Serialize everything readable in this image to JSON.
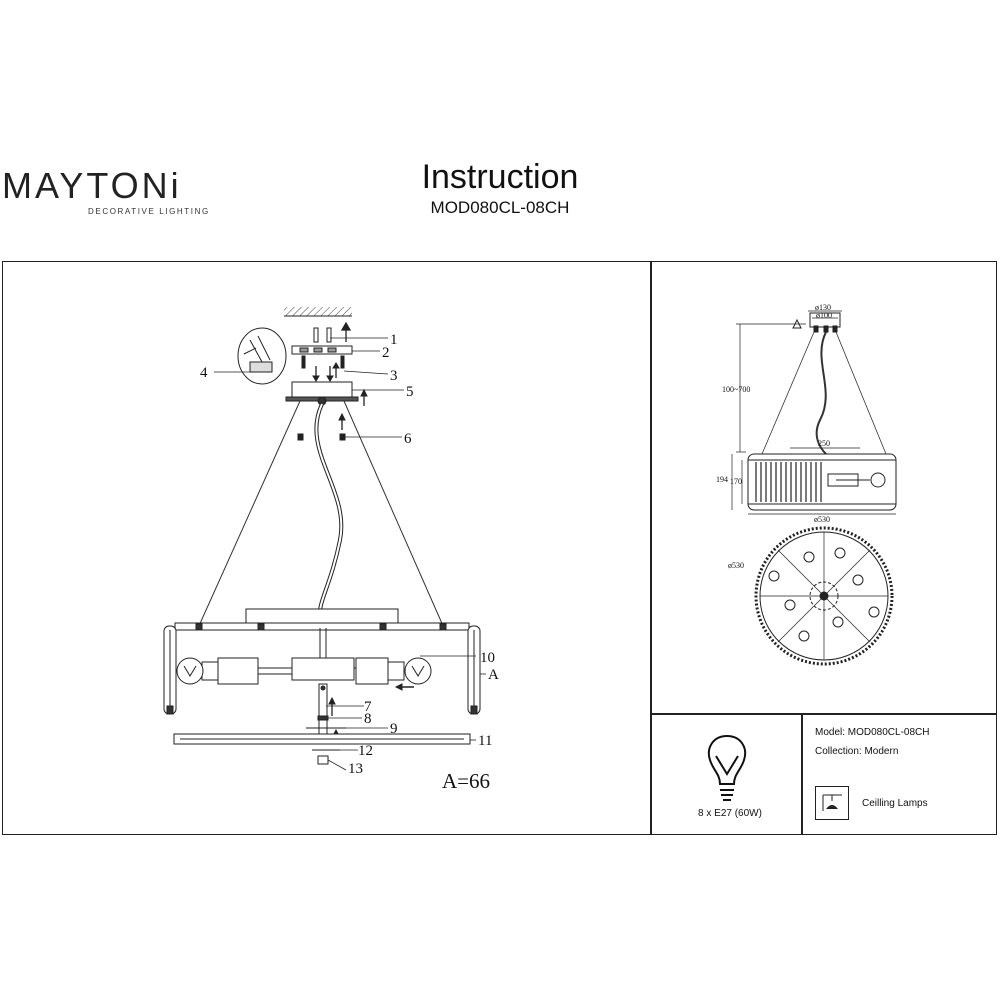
{
  "brand": {
    "name": "MAYTONi",
    "tagline": "DECORATIVE LIGHTING"
  },
  "header": {
    "title": "Instruction",
    "model_code": "MOD080CL-08CH"
  },
  "assembly": {
    "callouts": [
      "1",
      "2",
      "3",
      "4",
      "5",
      "6",
      "7",
      "8",
      "9",
      "10",
      "11",
      "12",
      "13"
    ],
    "dim_label": "A",
    "dim_value": "A=66"
  },
  "dimensions": {
    "d130": "ø130",
    "d100": "ø100",
    "height_range": "100~700",
    "w250": "250",
    "h194": "194",
    "h170": "170",
    "d530_side": "ø530",
    "d530_top": "ø530"
  },
  "specs": {
    "bulb": "8 x E27 (60W)",
    "model": "Model: MOD080CL-08CH",
    "collection": "Collection: Modern",
    "type": "Ceilling Lamps"
  }
}
